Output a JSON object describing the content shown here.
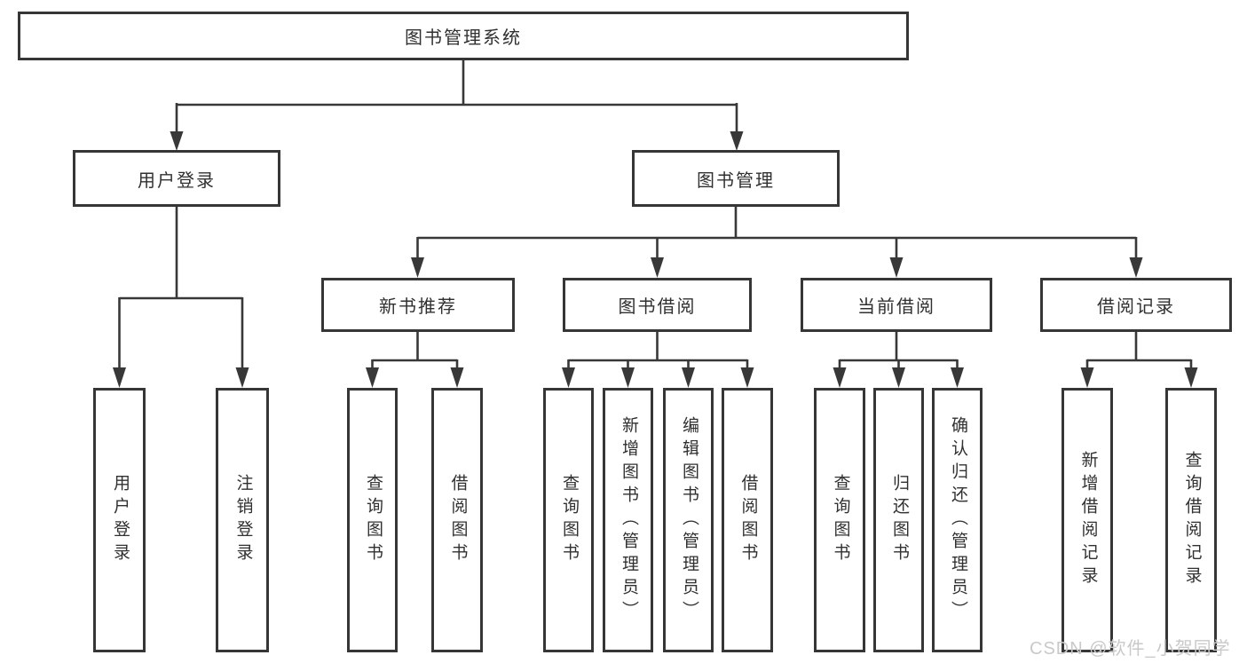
{
  "colors": {
    "line": "#383838",
    "box_border": "#363636",
    "box_fill": "#ffffff",
    "text": "#303030",
    "watermark": "#c9c9c9",
    "background": "#ffffff"
  },
  "watermark": {
    "text": "CSDN @软件_小贺同学"
  },
  "diagram": {
    "type": "hierarchy-diagram",
    "root": {
      "label": "图书管理系统"
    },
    "branches": [
      {
        "label": "用户登录",
        "children": [
          {
            "label": "用户登录"
          },
          {
            "label": "注销登录"
          }
        ]
      },
      {
        "label": "图书管理",
        "children": [
          {
            "label": "新书推荐",
            "children": [
              {
                "label": "查询图书"
              },
              {
                "label": "借阅图书"
              }
            ]
          },
          {
            "label": "图书借阅",
            "children": [
              {
                "label": "查询图书"
              },
              {
                "label": "新增图书（管理员）"
              },
              {
                "label": "编辑图书（管理员）"
              },
              {
                "label": "借阅图书"
              }
            ]
          },
          {
            "label": "当前借阅",
            "children": [
              {
                "label": "查询图书"
              },
              {
                "label": "归还图书"
              },
              {
                "label": "确认归还（管理员）"
              }
            ]
          },
          {
            "label": "借阅记录",
            "children": [
              {
                "label": "新增借阅记录"
              },
              {
                "label": "查询借阅记录"
              }
            ]
          }
        ]
      }
    ]
  }
}
